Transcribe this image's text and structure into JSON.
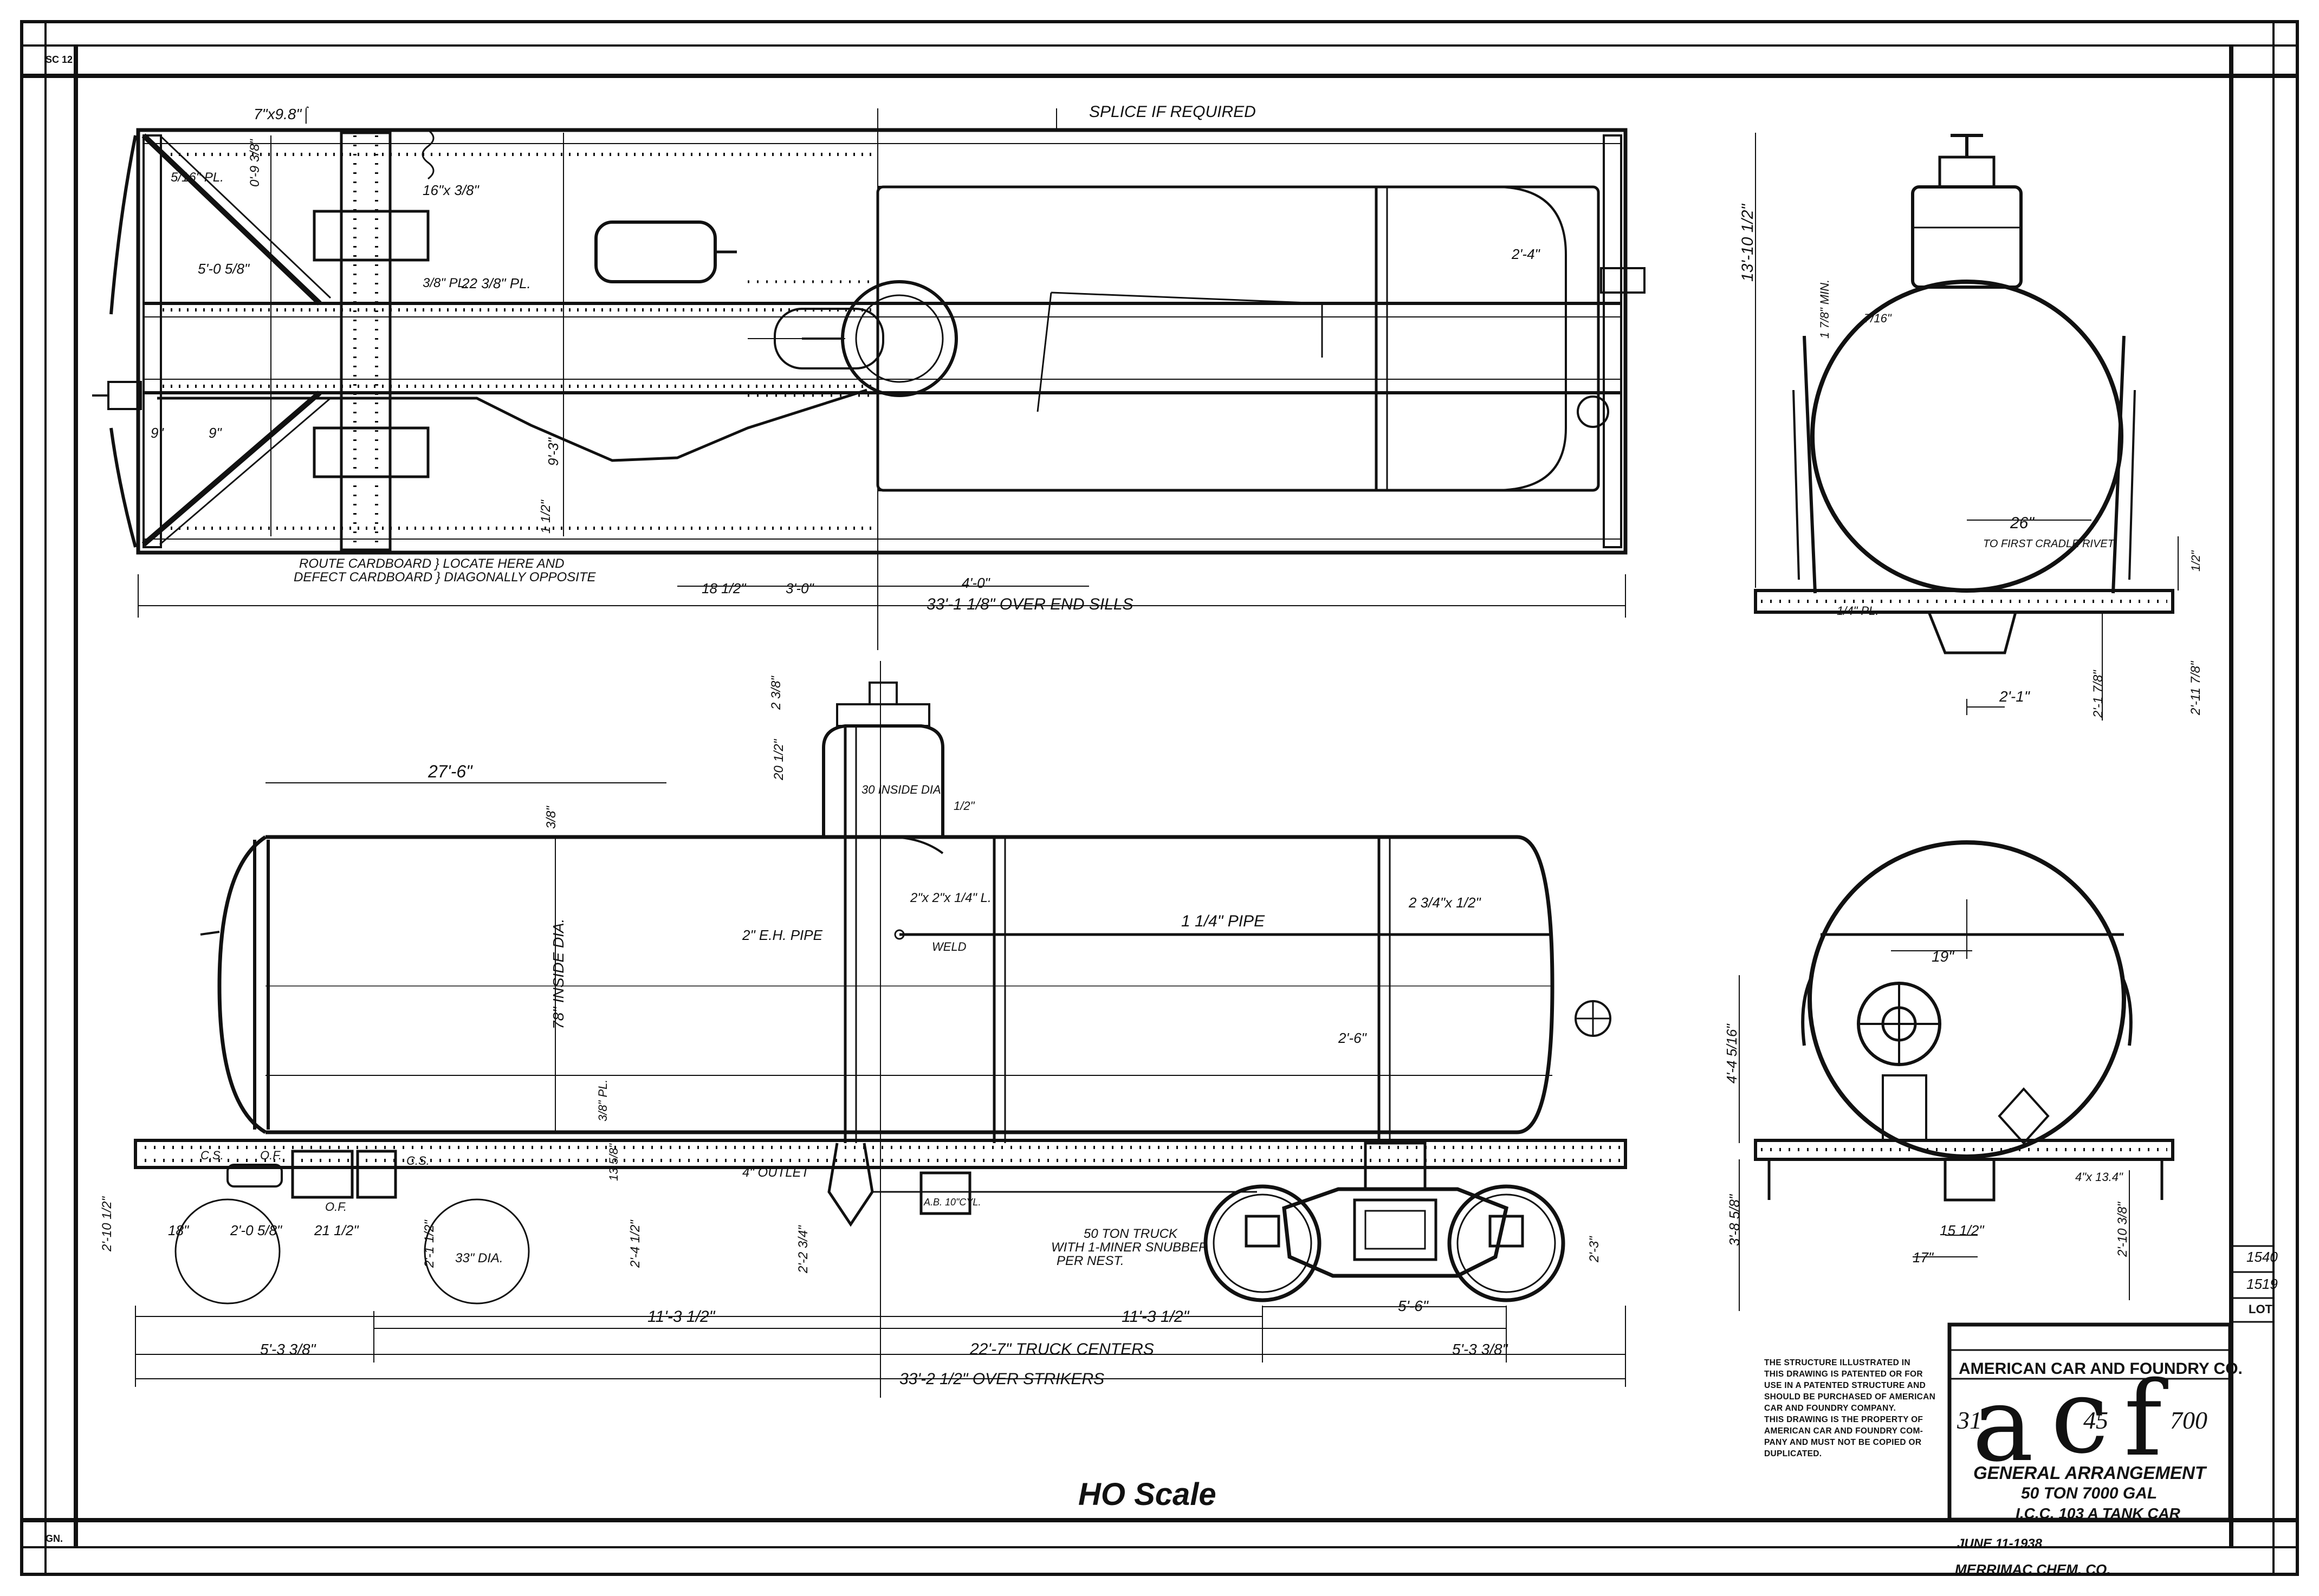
{
  "sheet": {
    "margin_top_left": "SC 12",
    "margin_bottom_left": "GN.",
    "lot_numbers": [
      "1540",
      "1519",
      "LOT"
    ],
    "caption": "HO Scale",
    "owner": "MERRIMAC CHEM. CO."
  },
  "title_block": {
    "company": "AMERICAN CAR AND FOUNDRY CO.",
    "logo_letters": [
      "a",
      "c",
      "f"
    ],
    "logo_numbers": [
      "31",
      "45",
      "700"
    ],
    "title_line1": "GENERAL ARRANGEMENT",
    "title_line2": "50 TON 7000 GAL",
    "title_line3": "I.C.C. 103 A TANK CAR",
    "date": "JUNE 11-1938"
  },
  "notice": [
    "THE STRUCTURE ILLUSTRATED IN",
    "THIS DRAWING IS PATENTED OR FOR",
    "USE IN A PATENTED STRUCTURE AND",
    "SHOULD BE PURCHASED OF AMERICAN",
    "CAR AND FOUNDRY COMPANY.",
    "THIS DRAWING IS THE PROPERTY OF",
    "AMERICAN CAR AND FOUNDRY COM-",
    "PANY AND MUST NOT BE COPIED OR",
    "DUPLICATED."
  ],
  "plan_view": {
    "labels": {
      "angle": "7\"x9.8\"⌠",
      "splice": "SPLICE IF REQUIRED",
      "plate1": "16\"x 3/8\"",
      "dim_5_16": "5/16\" PL.",
      "dim_0_98": "0'-9 3/8\"",
      "dim_5_0": "5'-0 5/8\"",
      "dim_3_8": "3/8\" PL.",
      "dim_22_3_8": "22 3/8\" PL.",
      "dim_2_4": "2'-4\"",
      "dim_9a": "9\"",
      "dim_9b": "9\"",
      "dim_9_3": "9'-3\"",
      "dim_1_half": "1 1/2\"",
      "dim_18_half": "18 1/2\"",
      "dim_3_0": "3'-0\"",
      "dim_4_0": "4'-0\"",
      "overall": "33'-1 1/8\" OVER END SILLS",
      "route_card": "ROUTE CARDBOARD } LOCATE HERE AND",
      "defect_card": "DEFECT CARDBOARD } DIAGONALLY OPPOSITE"
    }
  },
  "side_view": {
    "labels": {
      "dim_27_6": "27'-6\"",
      "dim_2_3_8": "2 3/8\"",
      "dim_20_half": "20 1/2\"",
      "dome_dia": "30 INSIDE DIA.",
      "dome_plate": "1/2\"",
      "dim_3_8_top": "3/8\"",
      "inside_dia": "78\" INSIDE DIA.",
      "angle_2x2": "2\"x 2\"x 1/4\" L.",
      "pipe_1_4": "1 1/4\" PIPE",
      "eh_pipe": "2\" E.H. PIPE",
      "weld": "WELD",
      "band": "2 3/4\"x 1/2\"",
      "dim_2_6": "2'-6\"",
      "dim_3_8_pl": "3/8\" PL.",
      "dim_13_5_8": "13 5/8\"",
      "outlet": "4\" OUTLET",
      "ab_cyl": "A.B. 10\"CYL.",
      "truck_note1": "50 TON TRUCK",
      "truck_note2": "WITH 1-MINER SNUBBER",
      "truck_note3": "PER NEST.",
      "dim_2_10_half": "2'-10 1/2\"",
      "dim_18": "18\"",
      "dim_2_05": "2'-0 5/8\"",
      "dim_21_half": "21 1/2\"",
      "dim_2_1_half": "2'-1 1/2\"",
      "wheel_dia": "33\" DIA.",
      "dim_2_4_half": "2'-4 1/2\"",
      "dim_2_2_3_4": "2'-2 3/4\"",
      "dim_2_3": "2'-3\"",
      "dim_11_3_half_a": "11'-3 1/2\"",
      "dim_11_3_half_b": "11'-3 1/2\"",
      "dim_5_6": "5'-6\"",
      "dim_5_3_3_8_a": "5'-3 3/8\"",
      "dim_5_3_3_8_b": "5'-3 3/8\"",
      "truck_centers": "22'-7\" TRUCK CENTERS",
      "over_strikers": "33'-2 1/2\" OVER STRIKERS",
      "cs1": "C.S.",
      "of1": "O.F.",
      "cs2": "C.S.",
      "of2": "O.F."
    }
  },
  "end_view_top": {
    "labels": {
      "height": "13'-10 1/2\"",
      "dim_1_78": "1 7/8\" MIN.",
      "dim_7_16": "7/16\"",
      "dim_26": "26\"",
      "rivet": "TO FIRST CRADLE RIVET.",
      "dim_1_half": "1/2\"",
      "dim_2_1": "2'-1\"",
      "dim_2_1_78": "2'-1 7/8\"",
      "dim_2_11": "2'-11 7/8\"",
      "pl": "1/4\" PL."
    }
  },
  "end_view_bottom": {
    "labels": {
      "dim_19": "19\"",
      "dim_4_4": "4'-4 5/16\"",
      "dim_3_85": "3'-8 5/8\"",
      "dim_15_half": "15 1/2\"",
      "dim_17": "17\"",
      "dim_2_10": "2'-10 3/8\"",
      "angle": "4\"x 13.4\""
    }
  }
}
